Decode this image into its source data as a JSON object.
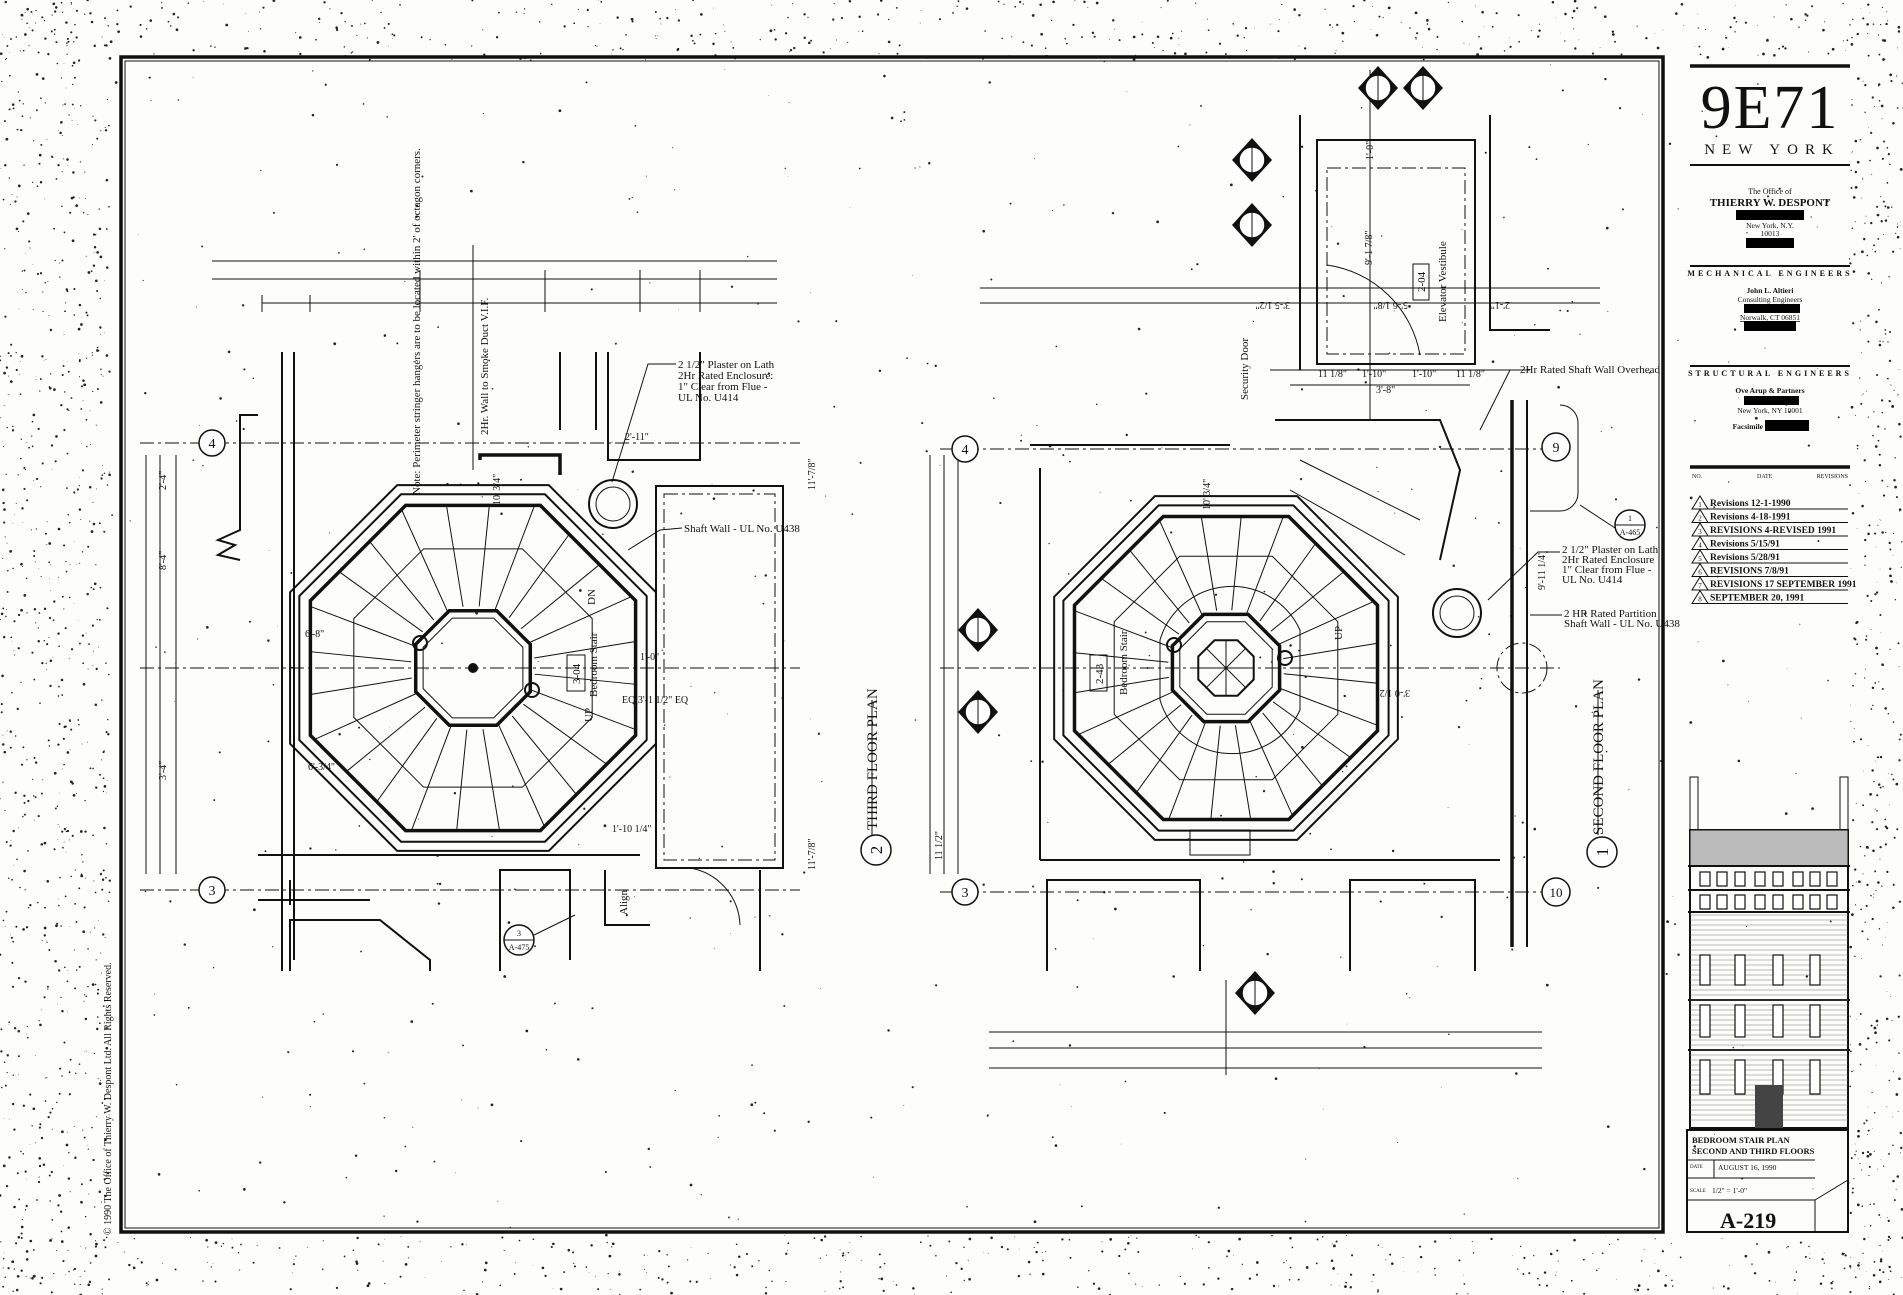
{
  "title_block": {
    "project": "9E71",
    "city": "NEW YORK",
    "architect": {
      "prefix": "The Office of",
      "name": "THIERRY W. DESPONT",
      "city": "New York, N.Y.",
      "zip": "10013"
    },
    "mechanical": {
      "heading": "MECHANICAL ENGINEERS",
      "name": "John L. Altieri",
      "type": "Consulting Engineers",
      "city": "Norwalk, CT 06851"
    },
    "structural": {
      "heading": "STRUCTURAL ENGINEERS",
      "name": "Ove Arup & Partners",
      "city": "New York, NY 10001",
      "fax_label": "Facsimile"
    },
    "revisions": {
      "headers": [
        "NO.",
        "DATE",
        "REVISIONS"
      ],
      "rows": [
        {
          "no": "1",
          "text": "Revisions 12-1-1990"
        },
        {
          "no": "2",
          "text": "Revisions 4-18-1991"
        },
        {
          "no": "3",
          "text": "REVISIONS 4-REVISED 1991"
        },
        {
          "no": "4",
          "text": "Revisions 5/15/91"
        },
        {
          "no": "5",
          "text": "Revisions 5/28/91"
        },
        {
          "no": "6",
          "text": "REVISIONS 7/8/91"
        },
        {
          "no": "7",
          "text": "REVISIONS 17 SEPTEMBER 1991"
        },
        {
          "no": "8",
          "text": "SEPTEMBER 20, 1991"
        }
      ]
    },
    "sheet_title_1": "BEDROOM STAIR PLAN",
    "sheet_title_2": "SECOND AND THIRD FLOORS",
    "date_label": "DATE",
    "date": "AUGUST 16, 1990",
    "scale_label": "SCALE",
    "scale": "1/2\" = 1'-0\"",
    "drawing_no": "A-219"
  },
  "copyright": "© 1990 The Office of Thierry W. Despont Ltd.  All Rights Reserved.",
  "third_floor": {
    "title": "THIRD FLOOR PLAN",
    "plan_no": "2",
    "grid": [
      "4",
      "3"
    ],
    "room_no": "3-04",
    "room_name": "Bedroom Stair",
    "up": "UP",
    "dn": "DN",
    "note_plaster": [
      "2 1/2\" Plaster on Lath",
      "2Hr Rated Enclosure:",
      "1\" Clear from Flue -",
      "UL No. U414"
    ],
    "note_shaft": "Shaft Wall - UL No. U438",
    "note_stringer": "Note: Perimeter stringer hangers are to be located within 2' of octagon corners.",
    "note_wall": "2Hr. Wall to Smoke Duct V.I.F.",
    "detail_ref": {
      "no": "3",
      "sheet": "A-475"
    },
    "align": "Align",
    "dims": [
      "11'-7/8\"",
      "1'-0\"",
      "EQ 3'-1 1/2\" EQ",
      "10' 3/4\"",
      "1'-10 1/4\"",
      "6'-8\"",
      "8'-4\"",
      "2'-4\"",
      "3'-4\"",
      "11'-7/8\"",
      "2'-11\"",
      "6'-3/4\""
    ]
  },
  "second_floor": {
    "title": "SECOND FLOOR PLAN",
    "plan_no": "1",
    "grid": [
      "4",
      "3",
      "9",
      "10"
    ],
    "room_no": "2-43",
    "room_name": "Bedroom Stair",
    "vestibule_no": "2-04",
    "vestibule_name": "Elevator Vestibule",
    "security_door": "Security Door",
    "up": "UP",
    "note_shaft_overhead": "2Hr Rated Shaft Wall Overhead",
    "note_plaster": [
      "2 1/2\" Plaster on Lath",
      "2Hr Rated Enclosure",
      "1\" Clear from Flue -",
      "UL No. U414"
    ],
    "note_partition": [
      "2 HR Rated Partition",
      "Shaft Wall - UL No. U438"
    ],
    "detail_ref": {
      "no": "1",
      "sheet": "A-465"
    },
    "dims": [
      "9'-1 7/8\"",
      "5'-6 1/8\"",
      "2'-1\"",
      "3'-5 1/2\"",
      "11 1/8\"",
      "1'-10\"",
      "1'-10\"",
      "11 1/8\"",
      "3'-8\"",
      "1'-0\"",
      "9'-11 1/4\"",
      "10' 3/4\"",
      "11 1/2\"",
      "3'-0 1/2\""
    ]
  }
}
